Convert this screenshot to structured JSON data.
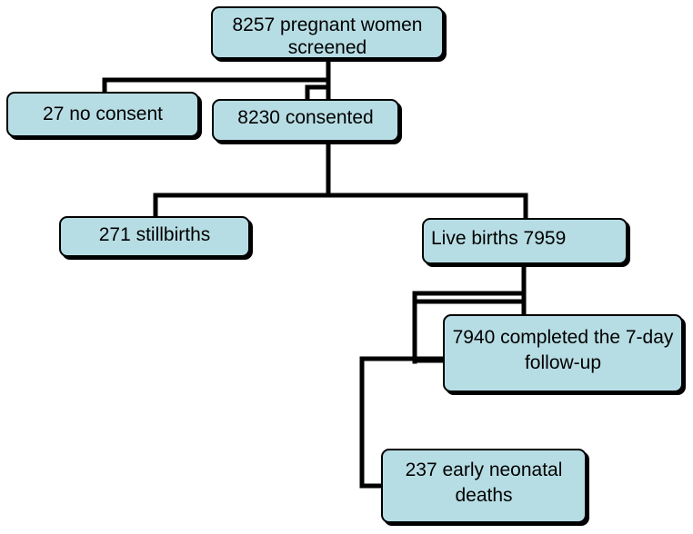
{
  "nodes": {
    "screened": "8257 pregnant women screened",
    "no_consent": "27 no consent",
    "consented": "8230 consented",
    "stillbirths": "271 stillbirths",
    "live_births": "Live births 7959",
    "completed": "7940 completed the 7-day follow-up",
    "neonatal_deaths": "237 early neonatal deaths"
  },
  "colors": {
    "box_fill": "#b7dde4",
    "box_border": "#000000",
    "connector": "#000000"
  }
}
